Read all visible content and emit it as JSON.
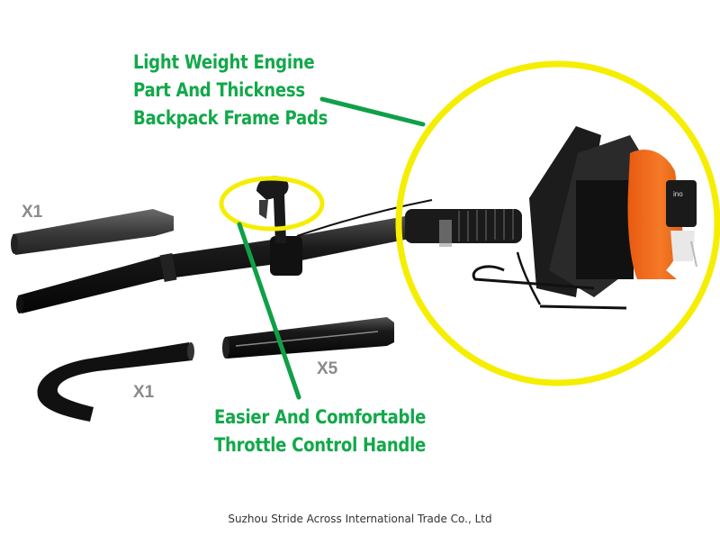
{
  "callouts": {
    "engine": {
      "lines": [
        "Light Weight Engine",
        "Part And Thickness",
        "Backpack Frame Pads"
      ]
    },
    "handle": {
      "lines": [
        "Easier And Comfortable",
        "Throttle Control Handle"
      ]
    }
  },
  "parts": [
    {
      "name": "straight-nozzle",
      "quantity": "X1"
    },
    {
      "name": "curved-nozzle",
      "quantity": "X1"
    },
    {
      "name": "extension-tube",
      "quantity": "X5"
    }
  ],
  "footer": {
    "company": "Suzhou Stride Across International Trade Co., Ltd"
  },
  "colors": {
    "callout_text": "#12a84a",
    "leader_line": "#0fa048",
    "highlight_ring": "#f5ee00",
    "engine_orange": "#f26a1b",
    "part_black": "#161616",
    "quantity_gray": "#8a8a8a"
  }
}
